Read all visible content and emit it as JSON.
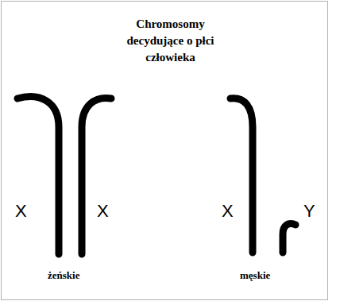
{
  "diagram": {
    "title": "Chromosomy decydujące o płci człowieka",
    "labels": [
      "X",
      "X",
      "X",
      "Y",
      "żeńskie",
      "męskie"
    ]
  }
}
